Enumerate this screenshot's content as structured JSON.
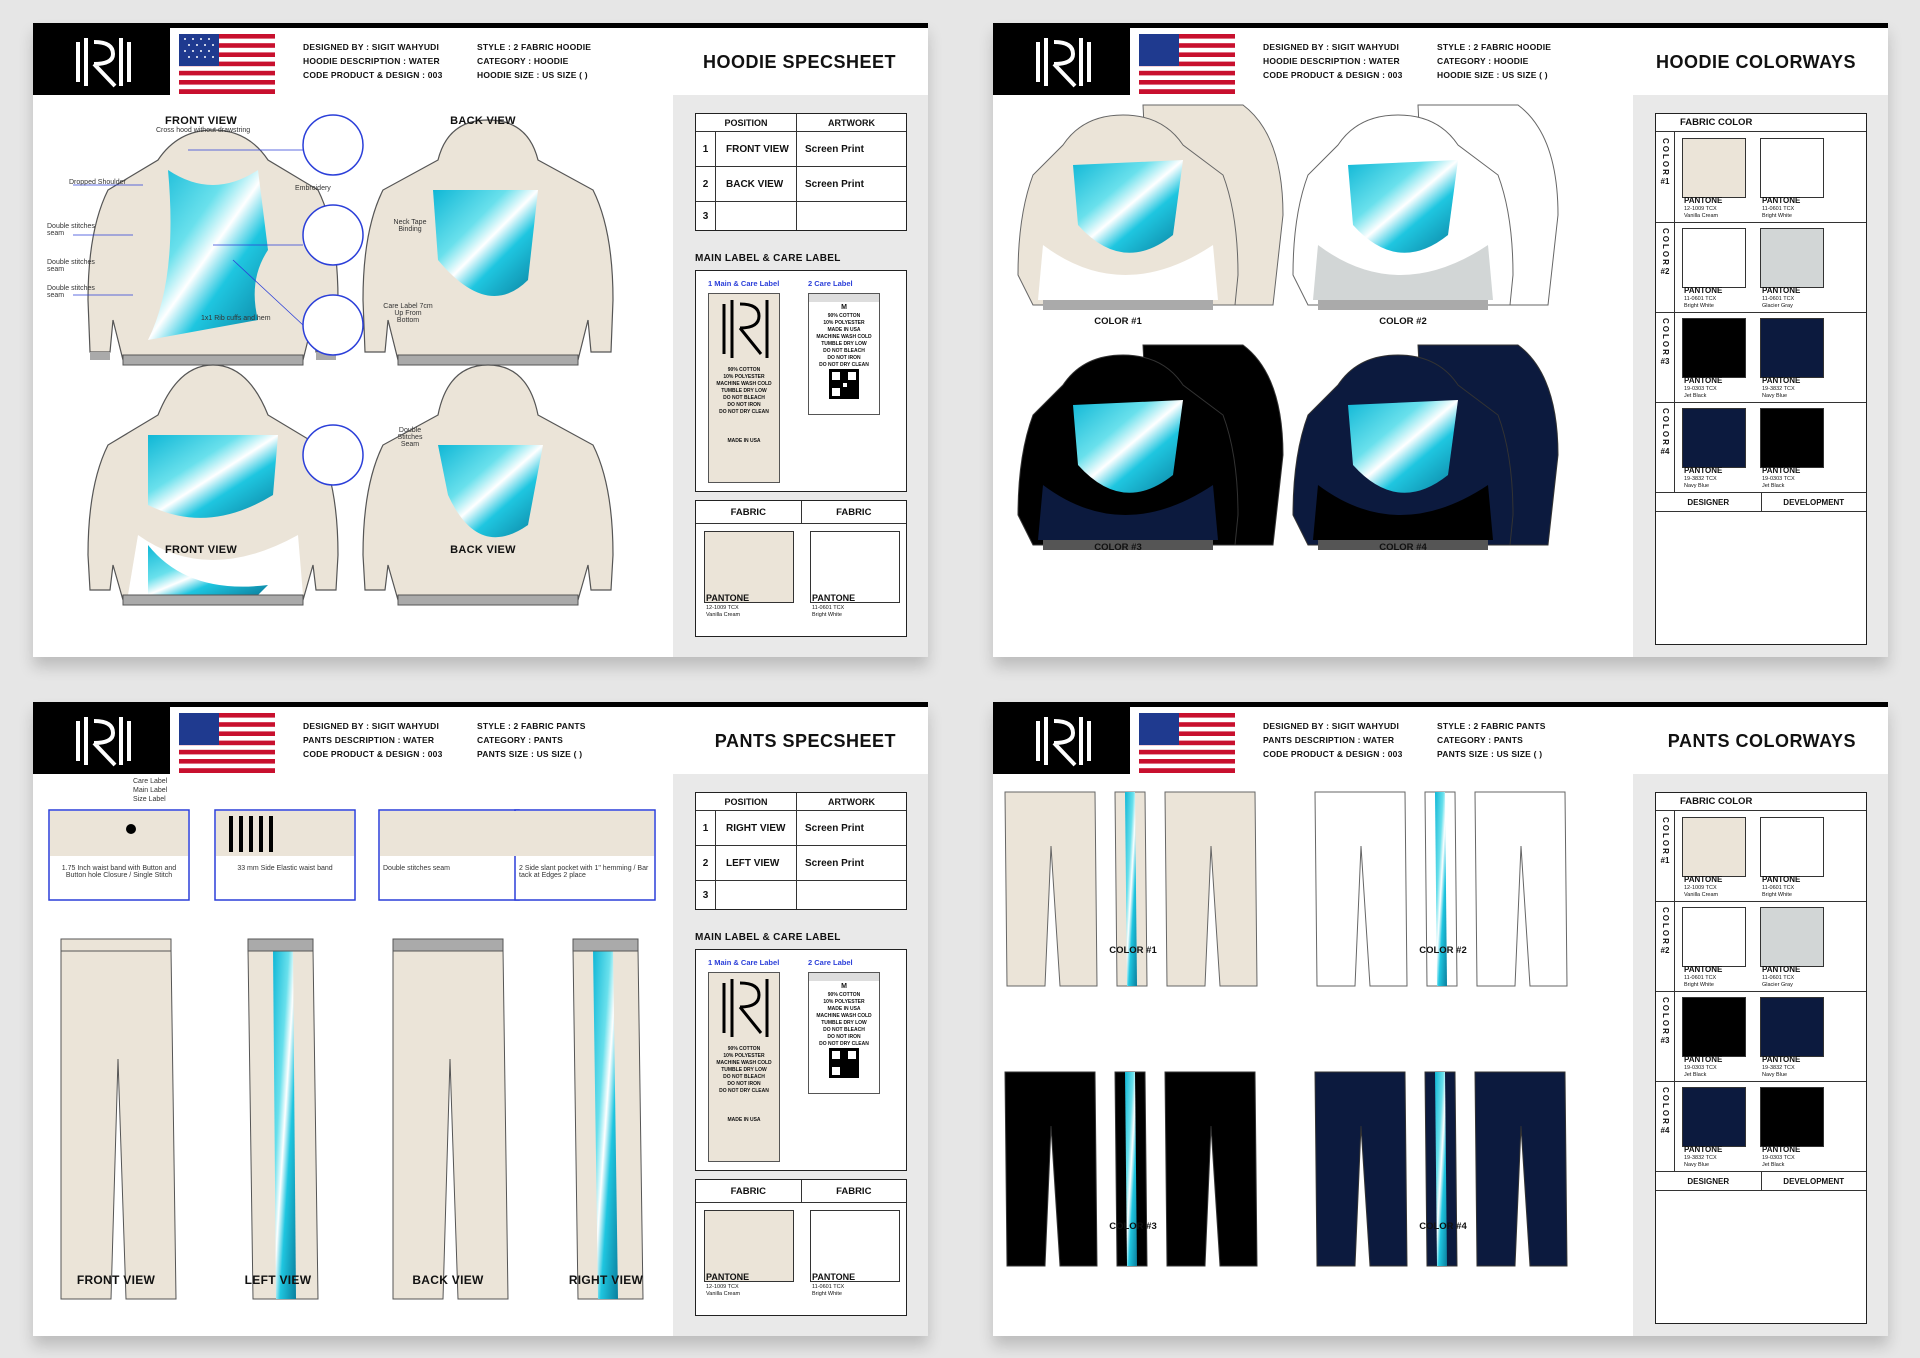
{
  "header": {
    "hoodie": {
      "designed_by": "DESIGNED BY : SIGIT WAHYUDI",
      "description": "HOODIE DESCRIPTION : WATER",
      "code": "CODE PRODUCT & DESIGN : 003",
      "style": "STYLE : 2 FABRIC HOODIE",
      "category": "CATEGORY : HOODIE",
      "size": "HOODIE SIZE : US SIZE (   )"
    },
    "pants": {
      "designed_by": "DESIGNED BY : SIGIT WAHYUDI",
      "description": "PANTS DESCRIPTION : WATER",
      "code": "CODE PRODUCT & DESIGN : 003",
      "style": "STYLE : 2 FABRIC PANTS",
      "category": "CATEGORY : PANTS",
      "size": "PANTS SIZE : US SIZE (   )"
    }
  },
  "sheets": {
    "hoodie_spec": {
      "title": "HOODIE SPECSHEET",
      "views": {
        "front_top": "FRONT VIEW",
        "back_top": "BACK VIEW",
        "front_bottom": "FRONT VIEW",
        "back_bottom": "BACK VIEW"
      },
      "notes": {
        "hood": "Cross hood without drawstring",
        "shoulder": "Dropped Shoulder",
        "stitch1": "Double stitches seam",
        "stitch2": "Double stitches seam",
        "stitch3": "Double stitches seam",
        "embroidery": "Embroidery",
        "rib": "1x1 Rib cuffs and hem",
        "neck": "Neck Tape Binding",
        "care": "Care Label 7cm Up From Bottom",
        "seam": "Double Stitches Seam"
      },
      "table": {
        "head_position": "POSITION",
        "head_artwork": "ARTWORK",
        "rows": [
          {
            "n": "1",
            "pos": "FRONT VIEW",
            "art": "Screen Print"
          },
          {
            "n": "2",
            "pos": "BACK VIEW",
            "art": "Screen Print"
          },
          {
            "n": "3",
            "pos": "",
            "art": ""
          }
        ]
      }
    },
    "hoodie_color": {
      "title": "HOODIE COLORWAYS",
      "labels": [
        "COLOR #1",
        "COLOR #2",
        "COLOR #3",
        "COLOR #4"
      ]
    },
    "pants_spec": {
      "title": "PANTS SPECSHEET",
      "views": {
        "front": "FRONT VIEW",
        "left": "LEFT VIEW",
        "back": "BACK VIEW",
        "right": "RIGHT VIEW"
      },
      "notes": {
        "care": "Care Label",
        "main": "Main Label",
        "size": "Size Label",
        "waist": "1.75 Inch waist band with Button and Button hole Closure / Single Stitch",
        "elastic": "33 mm Side Elastic waist band",
        "seam": "Double stitches seam",
        "pocket": "2 Side slant pocket with 1\" hemming / Bar tack at Edges 2 place"
      },
      "table": {
        "head_position": "POSITION",
        "head_artwork": "ARTWORK",
        "rows": [
          {
            "n": "1",
            "pos": "RIGHT VIEW",
            "art": "Screen Print"
          },
          {
            "n": "2",
            "pos": "LEFT VIEW",
            "art": "Screen Print"
          },
          {
            "n": "3",
            "pos": "",
            "art": ""
          }
        ]
      }
    },
    "pants_color": {
      "title": "PANTS COLORWAYS",
      "labels": [
        "COLOR #1",
        "COLOR #2",
        "COLOR #3",
        "COLOR #4"
      ]
    }
  },
  "label_section": {
    "title": "MAIN LABEL & CARE LABEL",
    "main_tag": "1 Main & Care Label",
    "care_tag": "2 Care Label",
    "size": "M",
    "care_text": [
      "90% COTTON",
      "10% POLYESTER",
      "MADE IN USA",
      "MACHINE WASH COLD",
      "TUMBLE DRY LOW",
      "DO NOT BLEACH",
      "DO NOT IRON",
      "DO NOT DRY CLEAN"
    ],
    "made_in": "MADE IN USA"
  },
  "fabric_section": {
    "head_1": "FABRIC",
    "head_2": "FABRIC",
    "swatches": [
      {
        "pantone": "PANTONE",
        "code": "12-1009 TCX",
        "name": "Vanilla Cream",
        "color": "#ebe4d8"
      },
      {
        "pantone": "PANTONE",
        "code": "11-0601 TCX",
        "name": "Bright White",
        "color": "#ffffff"
      }
    ]
  },
  "colorway_table": {
    "title": "FABRIC COLOR",
    "side": "COLOR",
    "designer": "DESIGNER",
    "development": "DEVELOPMENT",
    "rows": [
      {
        "num": "#1",
        "a": {
          "pantone": "PANTONE",
          "code": "12-1009 TCX",
          "name": "Vanilla Cream",
          "color": "#ebe4d8"
        },
        "b": {
          "pantone": "PANTONE",
          "code": "11-0601 TCX",
          "name": "Bright White",
          "color": "#ffffff"
        }
      },
      {
        "num": "#2",
        "a": {
          "pantone": "PANTONE",
          "code": "11-0601 TCX",
          "name": "Bright White",
          "color": "#ffffff"
        },
        "b": {
          "pantone": "PANTONE",
          "code": "11-0601 TCX",
          "name": "Glacier Gray",
          "color": "#d2d6d6"
        }
      },
      {
        "num": "#3",
        "a": {
          "pantone": "PANTONE",
          "code": "19-0303 TCX",
          "name": "Jet Black",
          "color": "#000000"
        },
        "b": {
          "pantone": "PANTONE",
          "code": "19-3832 TCX",
          "name": "Navy Blue",
          "color": "#0c1a3e"
        }
      },
      {
        "num": "#4",
        "a": {
          "pantone": "PANTONE",
          "code": "19-3832 TCX",
          "name": "Navy Blue",
          "color": "#0c1a3e"
        },
        "b": {
          "pantone": "PANTONE",
          "code": "19-0303 TCX",
          "name": "Jet Black",
          "color": "#000000"
        }
      }
    ]
  },
  "colors": {
    "accent_blue": "#2b3fd9",
    "print_cyan": "#1fc6e0",
    "cream": "#ebe4d8",
    "navy": "#0c1a3e"
  }
}
